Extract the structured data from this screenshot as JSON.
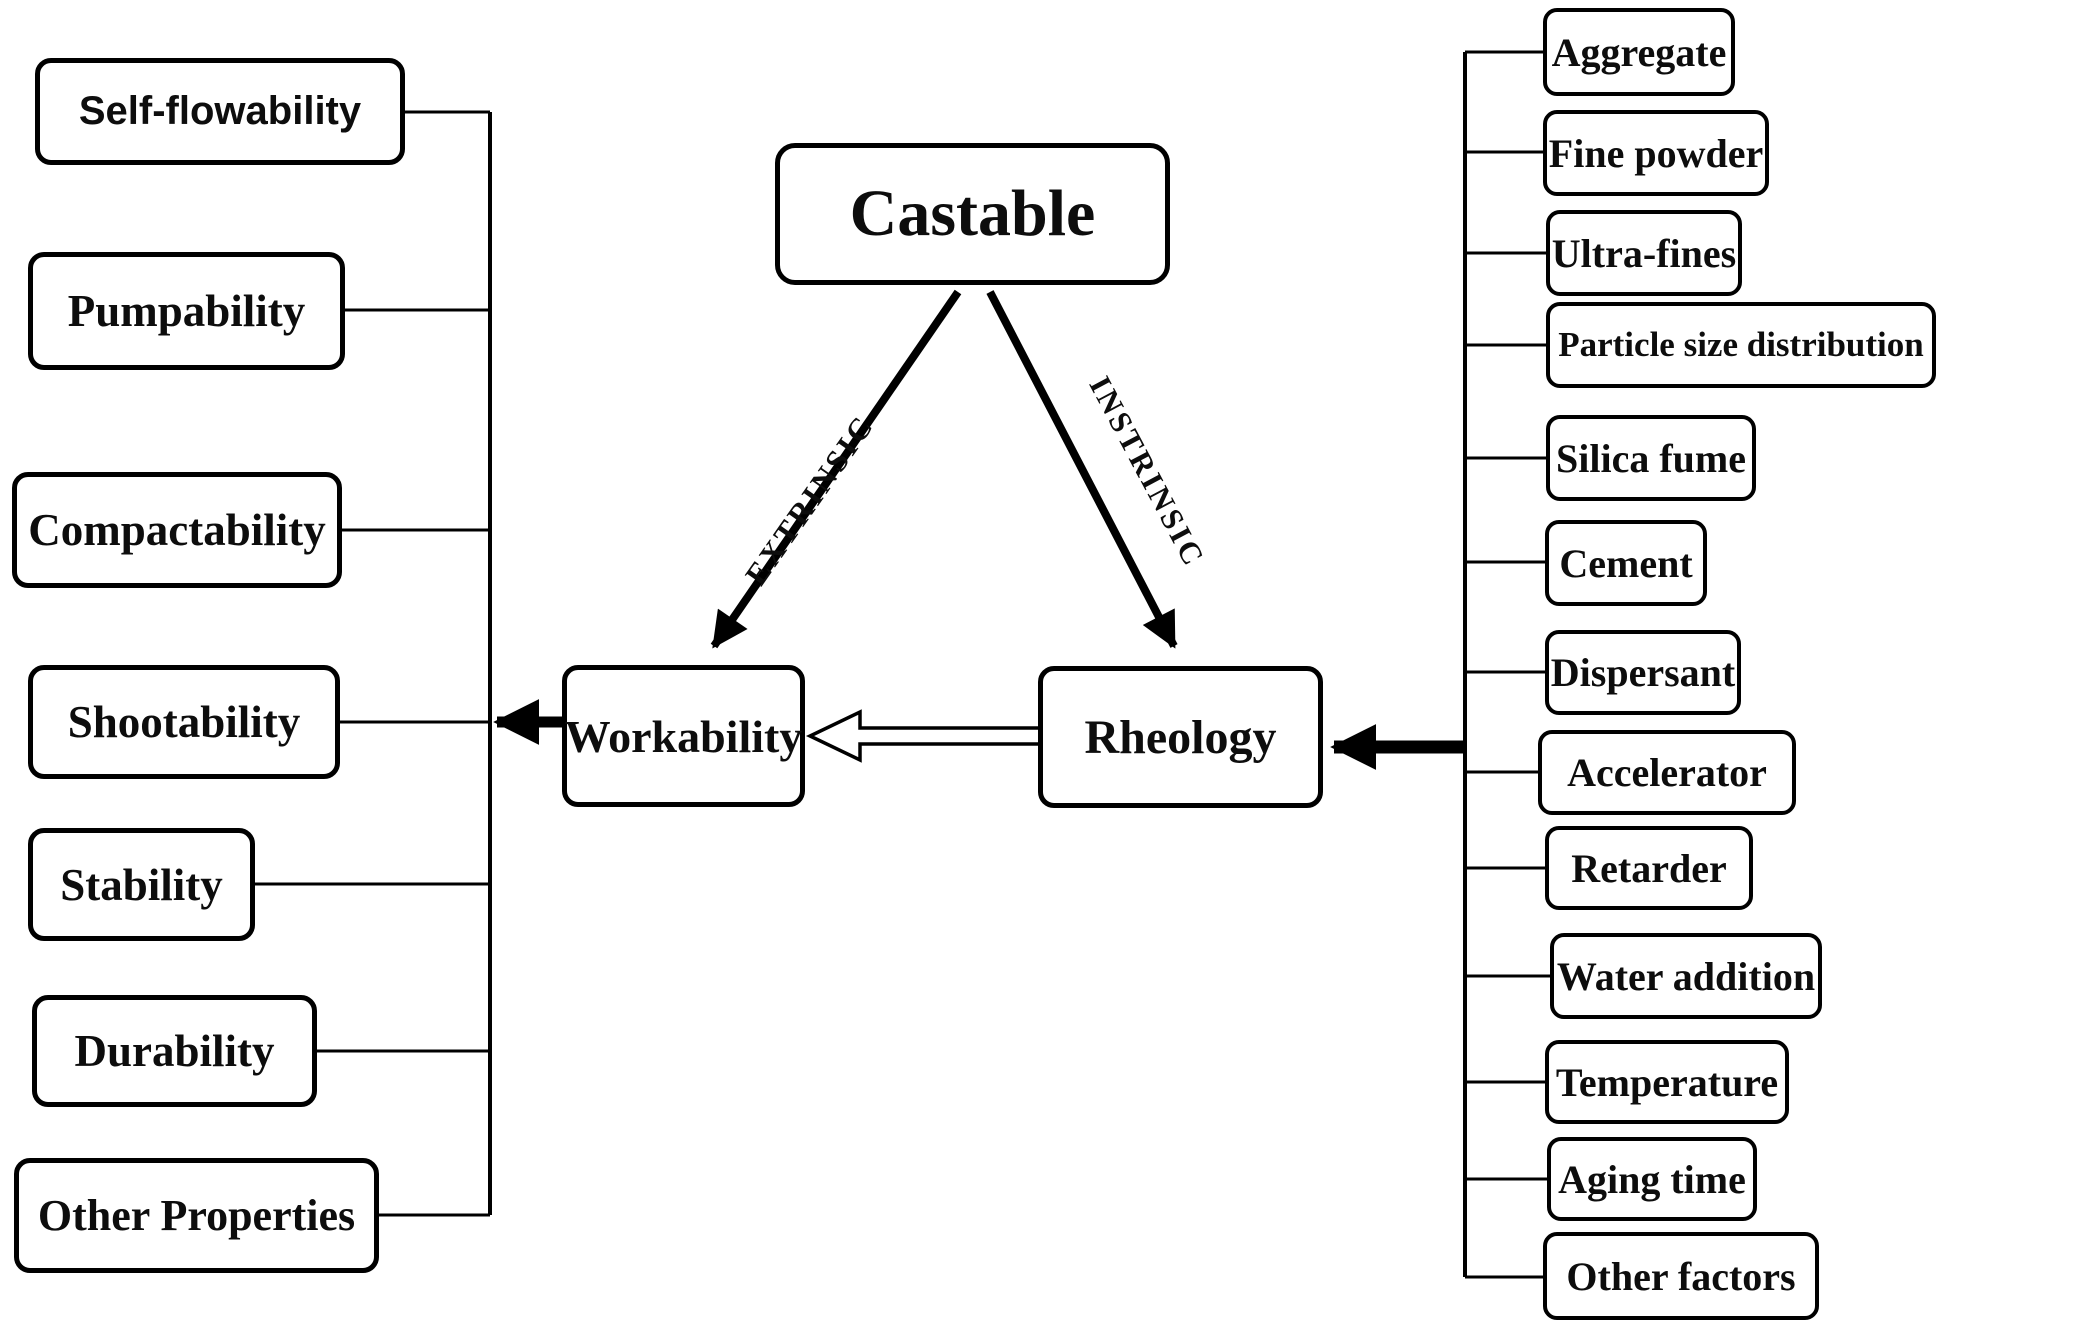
{
  "figure": {
    "root_label": "Castable",
    "edge_labels": {
      "left": "EXTRINSIC",
      "right": "INSTRINSIC"
    },
    "hubs": {
      "workability": "Workability",
      "rheology": "Rheology"
    },
    "properties": [
      "Self-flowability",
      "Pumpability",
      "Compactability",
      "Shootability",
      "Stability",
      "Durability",
      "Other Properties"
    ],
    "factors": [
      "Aggregate",
      "Fine powder",
      "Ultra-fines",
      "Particle size distribution",
      "Silica fume",
      "Cement",
      "Dispersant",
      "Accelerator",
      "Retarder",
      "Water addition",
      "Temperature",
      "Aging time",
      "Other factors"
    ],
    "colors": {
      "ink": "#000000",
      "background": "#ffffff"
    }
  }
}
